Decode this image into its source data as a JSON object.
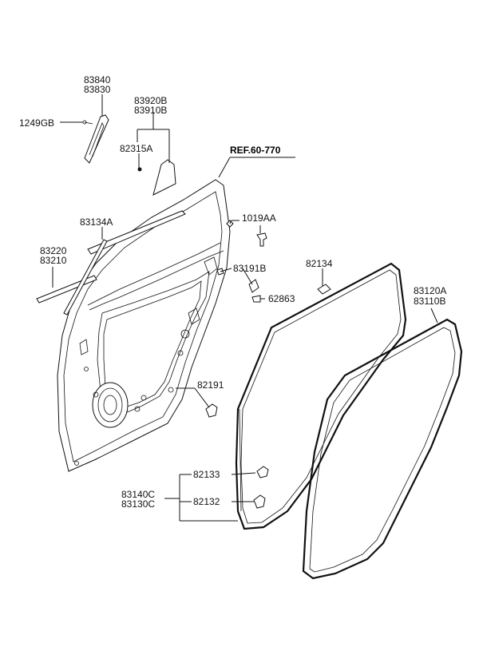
{
  "diagram": {
    "reference": "REF.60-770",
    "labels": {
      "p83840": "83840",
      "p83830": "83830",
      "p1249GB": "1249GB",
      "p83920B": "83920B",
      "p83910B": "83910B",
      "p82315A": "82315A",
      "p1019AA": "1019AA",
      "p83134A": "83134A",
      "p83220": "83220",
      "p83210": "83210",
      "p83191B": "83191B",
      "p82134": "82134",
      "p62863": "62863",
      "p83120A": "83120A",
      "p83110B": "83110B",
      "p82191": "82191",
      "p82133": "82133",
      "p83140C": "83140C",
      "p83130C": "83130C",
      "p82132": "82132"
    }
  }
}
